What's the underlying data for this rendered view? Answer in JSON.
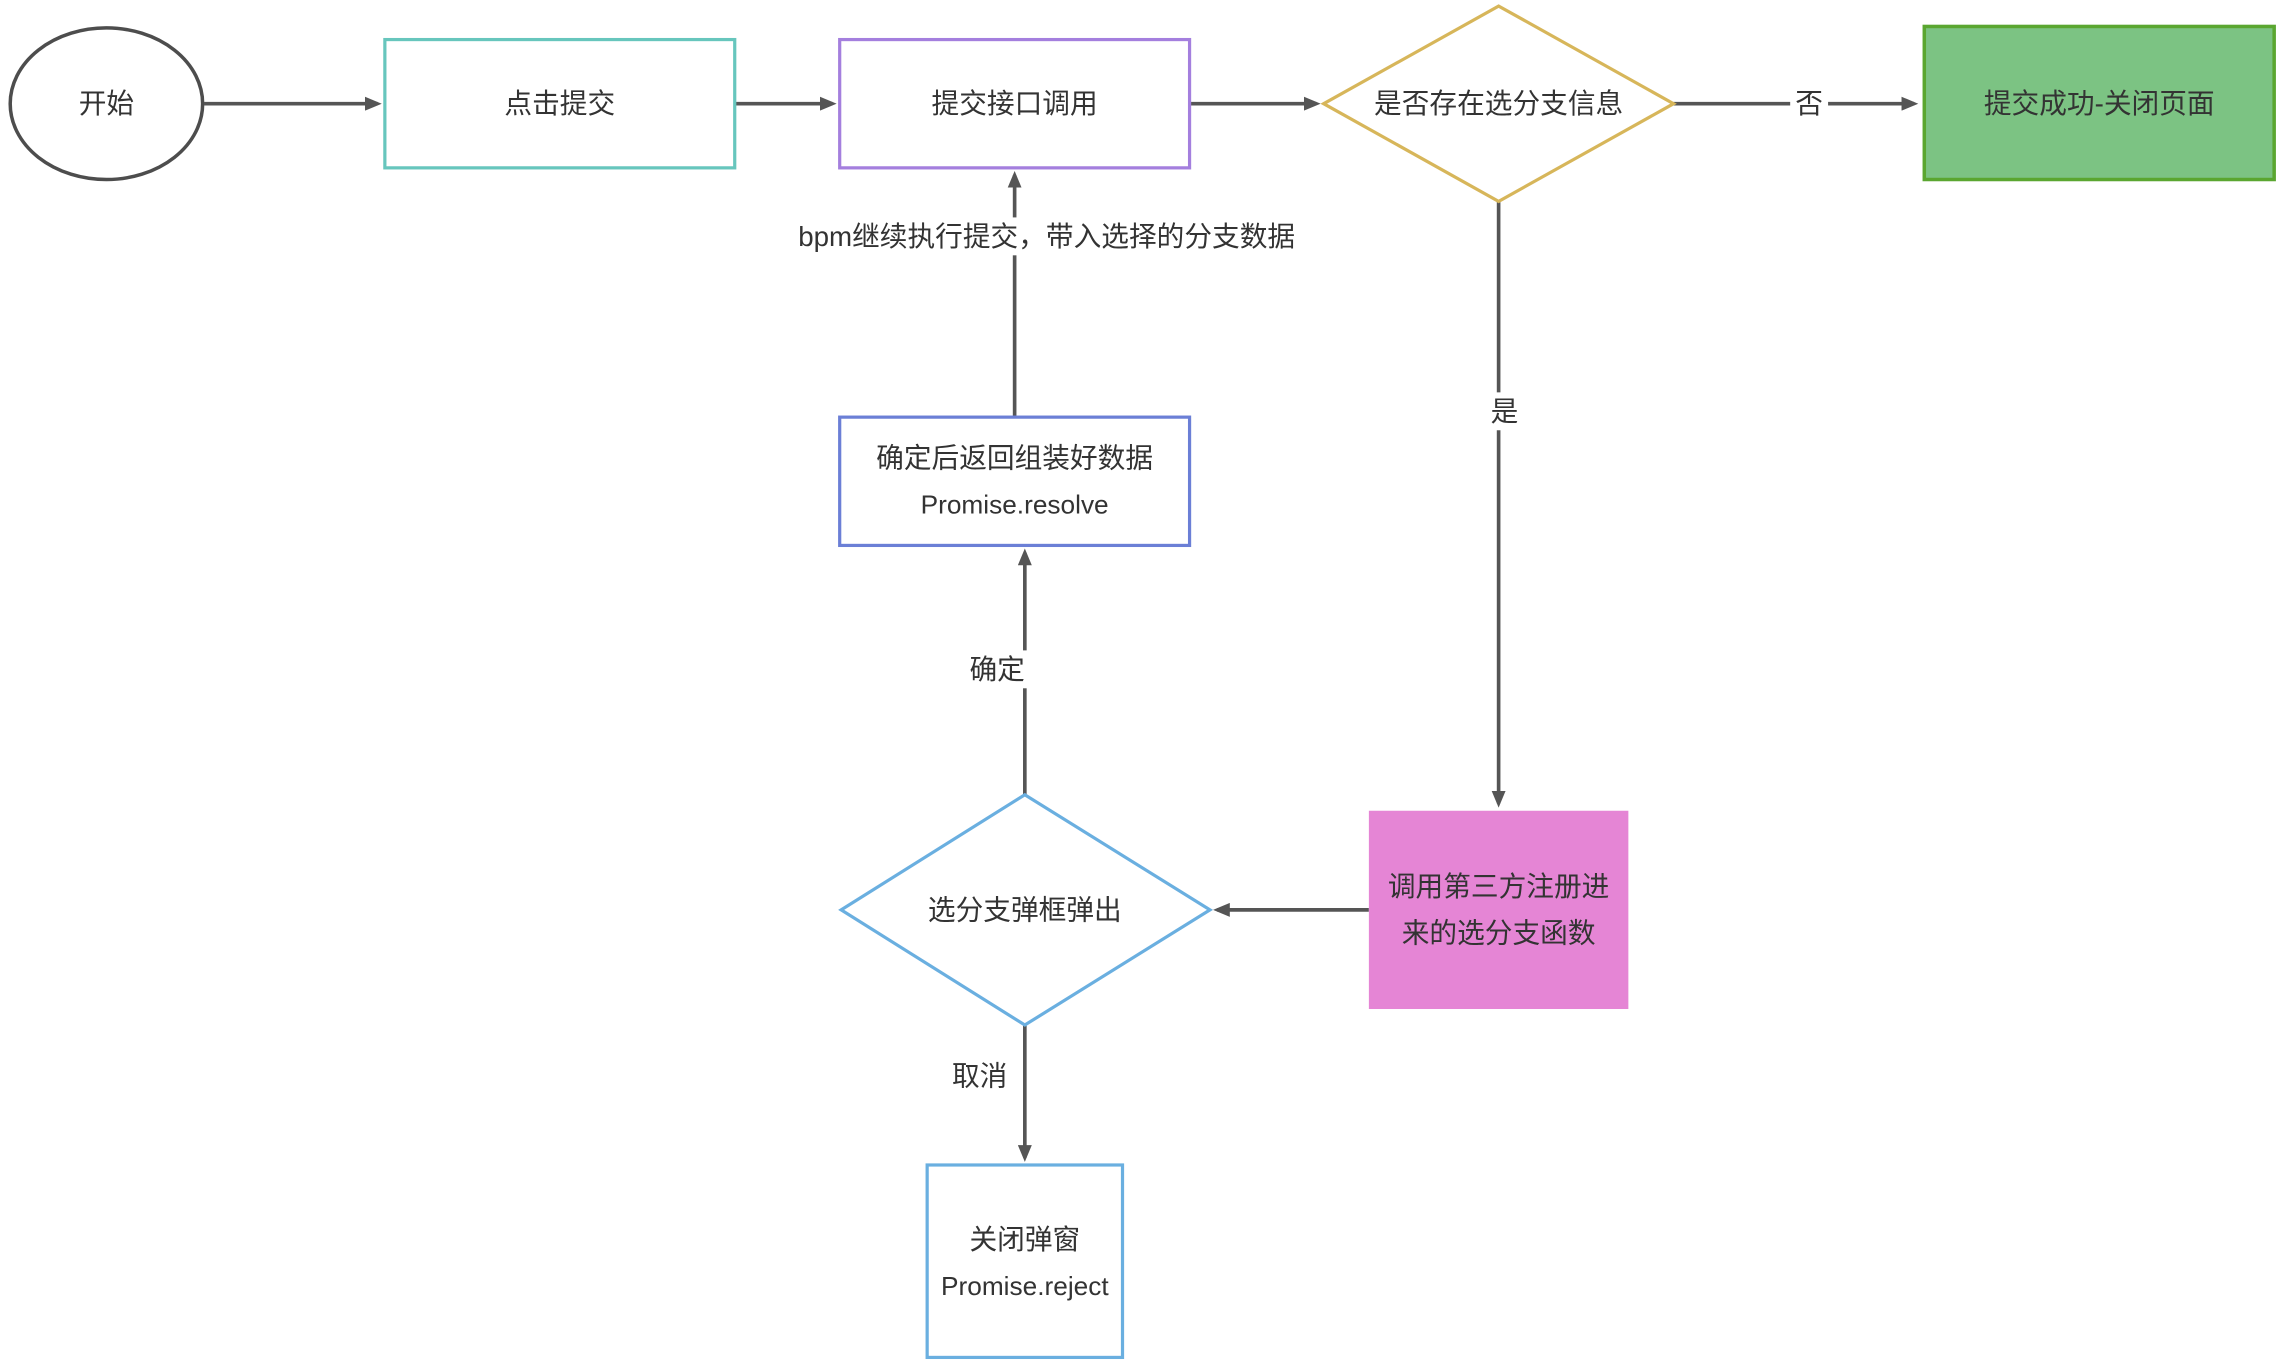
{
  "diagram": {
    "nodes": {
      "start": "开始",
      "click_submit": "点击提交",
      "submit_api_call": "提交接口调用",
      "branch_check": "是否存在选分支信息",
      "submit_success": "提交成功-关闭页面",
      "call_third_party": [
        "调用第三方注册进",
        "来的选分支函数"
      ],
      "branch_dialog": "选分支弹框弹出",
      "confirm_return": [
        "确定后返回组装好数据",
        "Promise.resolve"
      ],
      "close_dialog": [
        "关闭弹窗",
        "Promise.reject"
      ]
    },
    "edges": {
      "no": "否",
      "yes": "是",
      "confirm": "确定",
      "cancel": "取消",
      "continue_submit": "bpm继续执行提交，带入选择的分支数据"
    }
  },
  "colors": {
    "edge": "#555555",
    "start_stroke": "#4d4d4d",
    "click_submit_stroke": "#67c6bd",
    "submit_api_stroke": "#a47fde",
    "branch_check_stroke": "#d7b65a",
    "success_fill": "#7cc383",
    "success_stroke": "#5aa630",
    "third_party_fill": "#e585d5",
    "dialog_stroke": "#6aafe0",
    "confirm_return_stroke": "#6b7fd6",
    "close_dialog_stroke": "#6aafe0"
  }
}
